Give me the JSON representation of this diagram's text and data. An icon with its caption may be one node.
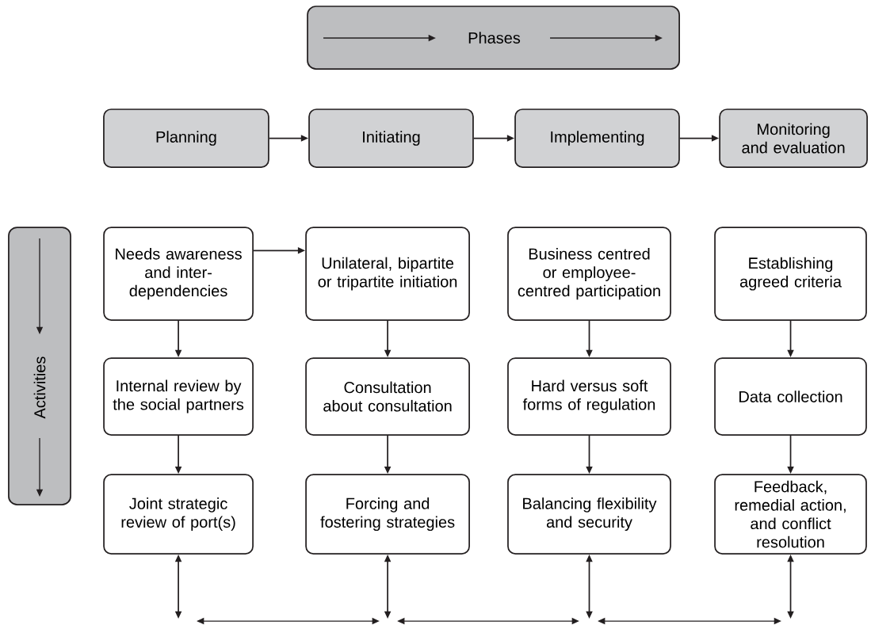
{
  "diagram": {
    "nodes": [
      {
        "text": [
          "Phases"
        ]
      },
      {
        "text": [
          "Planning"
        ]
      },
      {
        "text": [
          "Initiating"
        ]
      },
      {
        "text": [
          "Implementing"
        ]
      },
      {
        "text": [
          "Monitoring and evaluation"
        ]
      },
      {
        "text": [
          "Activities"
        ]
      },
      {
        "text": [
          "Needs awareness and inter-dependencies"
        ]
      },
      {
        "text": [
          "Unilateral, bipartite or tripartite initiation"
        ]
      },
      {
        "text": [
          "Business centred or employee-centred participation"
        ]
      },
      {
        "text": [
          "Establishing agreed criteria"
        ]
      },
      {
        "text": [
          "Internal review by the social partners"
        ]
      },
      {
        "text": [
          "Consultation about consultation"
        ]
      },
      {
        "text": [
          "Hard versus soft forms of regulation"
        ]
      },
      {
        "text": [
          "Data collection"
        ]
      },
      {
        "text": [
          "Joint strategic review of port(s)"
        ]
      },
      {
        "text": [
          "Forcing and fostering strategies"
        ]
      },
      {
        "text": [
          "Balancing flexibility and security"
        ]
      },
      {
        "text": [
          "Feedback, remedial action, and conflict resolution"
        ]
      }
    ],
    "edges": [
      {
        "from": 1,
        "to": 2,
        "arrow": "to"
      },
      {
        "from": 2,
        "to": 3,
        "arrow": "to"
      },
      {
        "from": 3,
        "to": 4,
        "arrow": "to"
      },
      {
        "from": 6,
        "to": 7,
        "arrow": "to"
      },
      {
        "from": 6,
        "to": 10,
        "arrow": "to"
      },
      {
        "from": 10,
        "to": 14,
        "arrow": "to"
      },
      {
        "from": 7,
        "to": 11,
        "arrow": "to"
      },
      {
        "from": 11,
        "to": 15,
        "arrow": "to"
      },
      {
        "from": 8,
        "to": 12,
        "arrow": "to"
      },
      {
        "from": 12,
        "to": 16,
        "arrow": "to"
      },
      {
        "from": 9,
        "to": 13,
        "arrow": "to"
      },
      {
        "from": 13,
        "to": 17,
        "arrow": "to"
      },
      {
        "from": 14,
        "to": null,
        "arrow": "both"
      },
      {
        "from": 15,
        "to": null,
        "arrow": "both"
      },
      {
        "from": 16,
        "to": null,
        "arrow": "both"
      },
      {
        "from": 17,
        "to": null,
        "arrow": "both"
      }
    ]
  }
}
